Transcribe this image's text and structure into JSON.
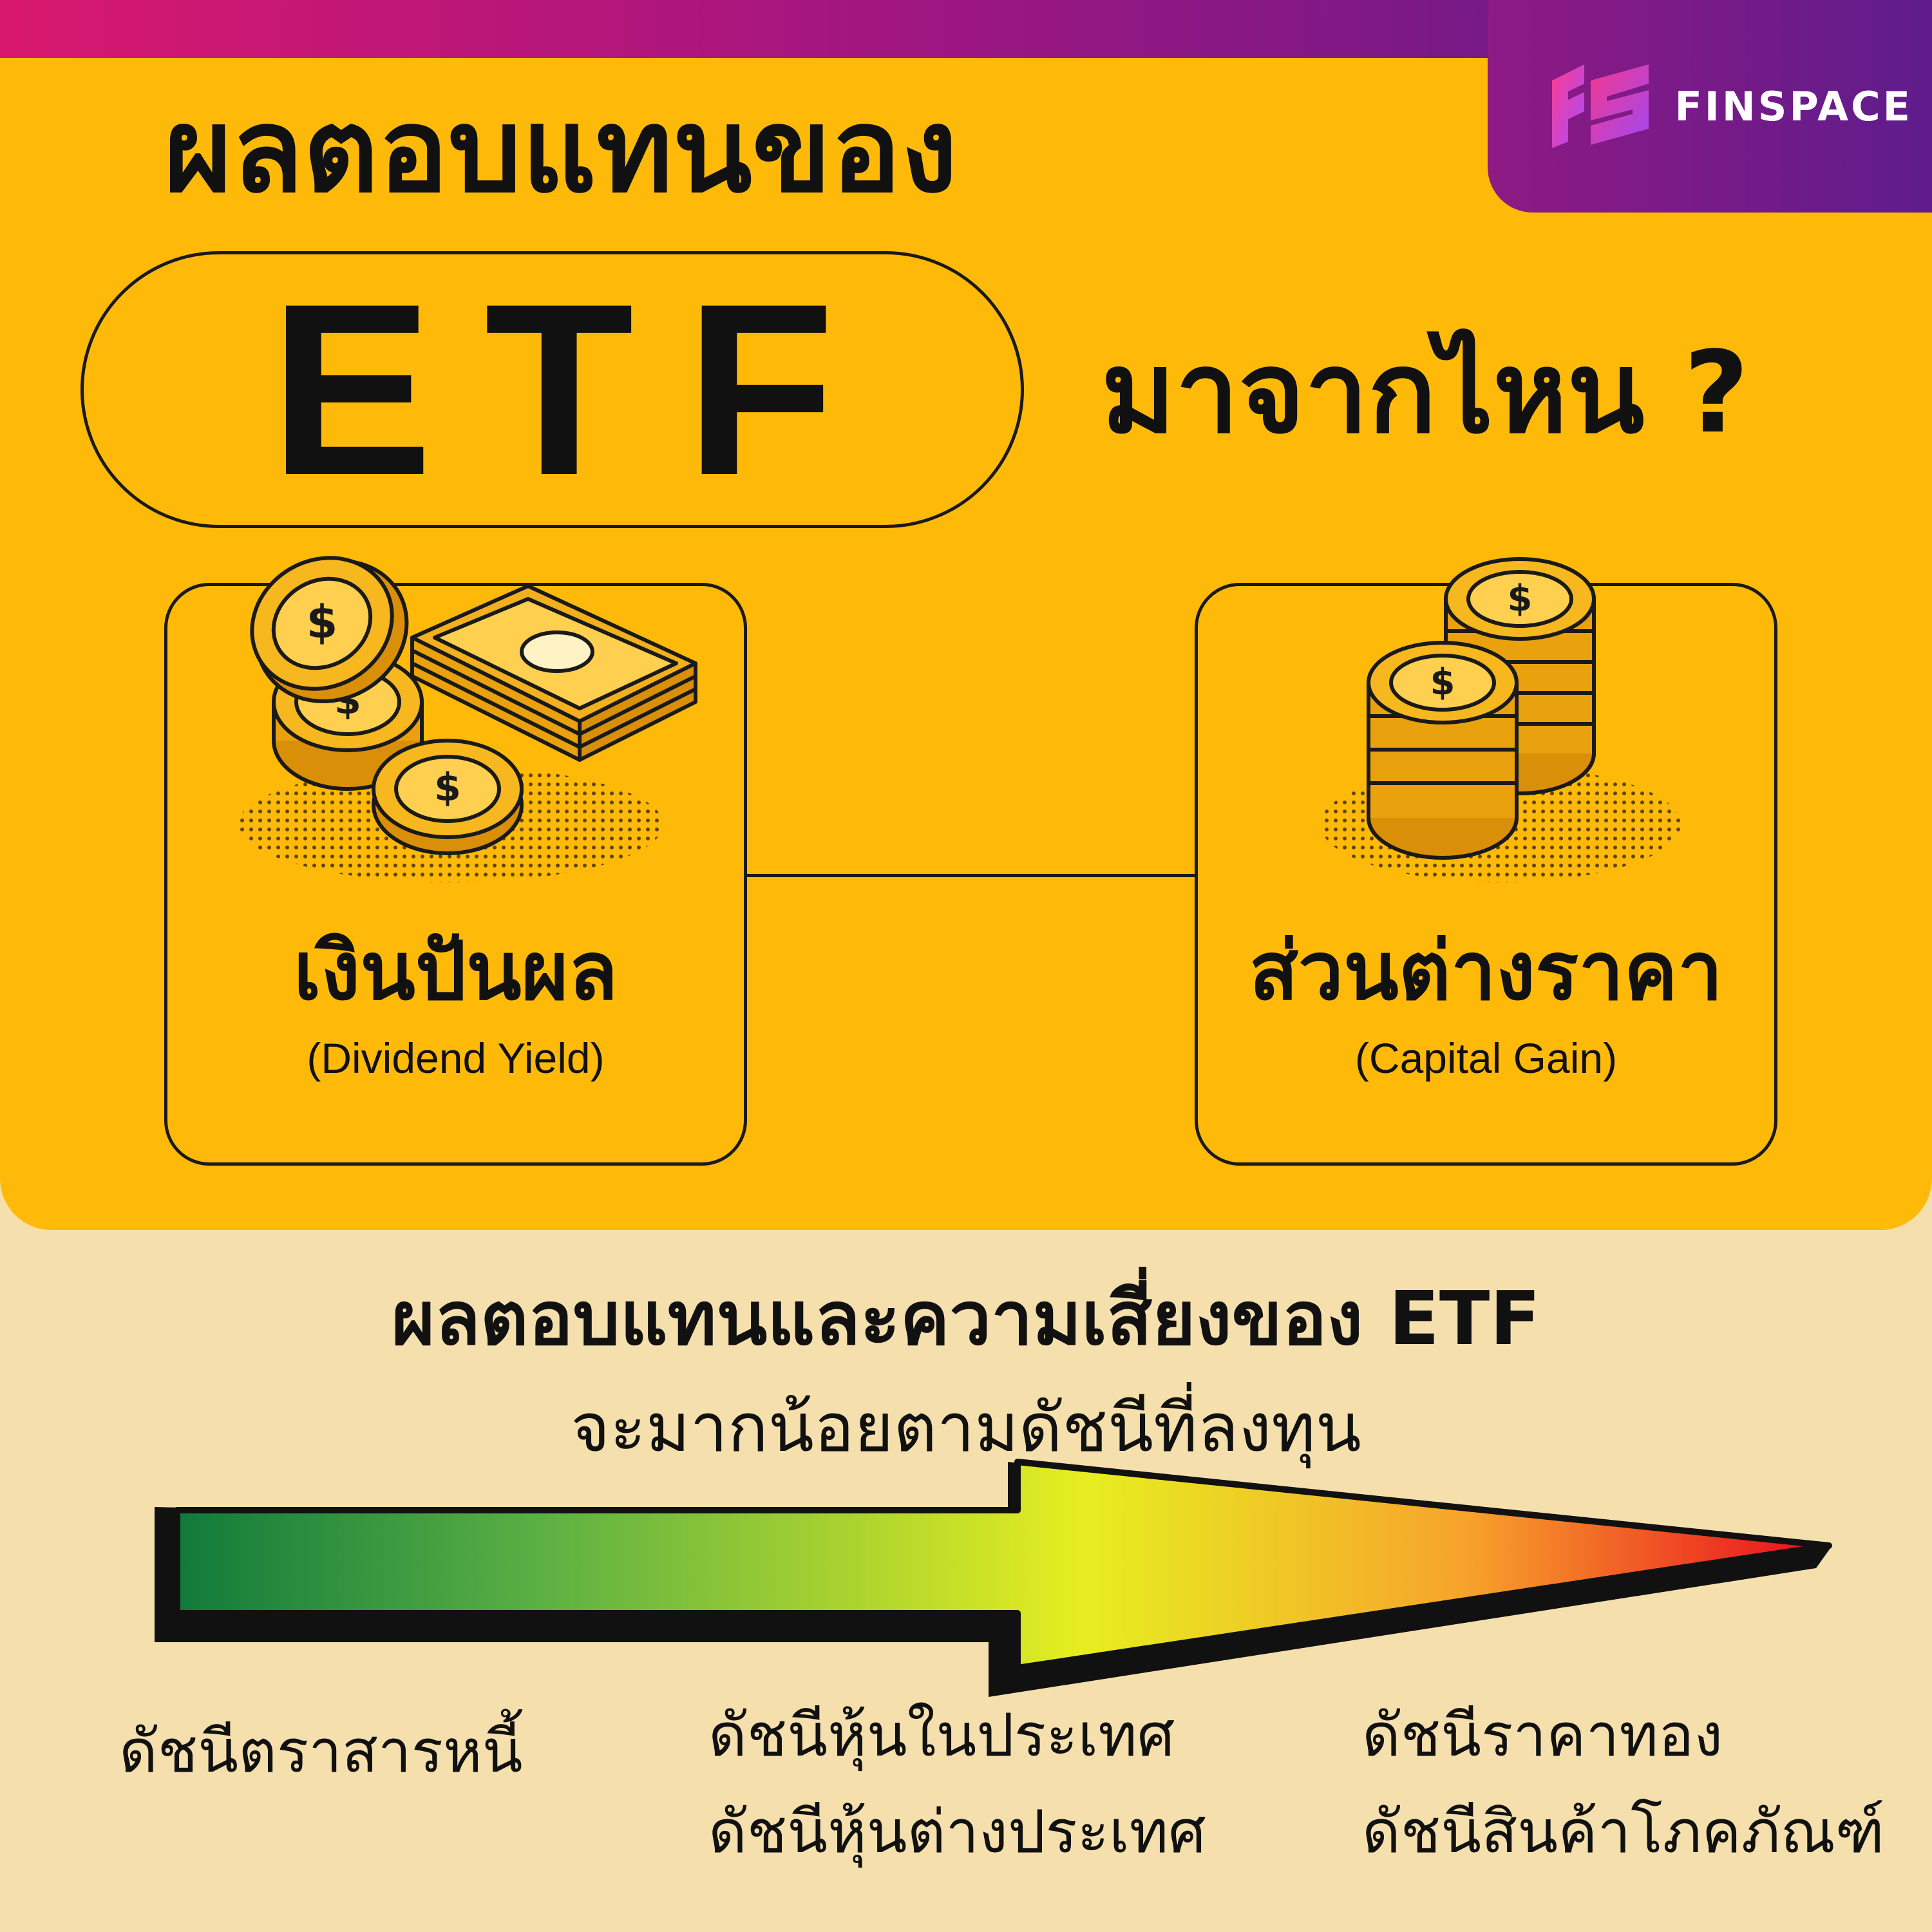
{
  "brand": {
    "name": "FINSPACE",
    "colors": {
      "strip_start": "#d8186e",
      "strip_end": "#571c8c",
      "panel": "#ffba09",
      "background": "#f5e0ad"
    }
  },
  "header": {
    "line1": "ผลตอบแทนของ",
    "etf": "ETF",
    "question": "มาจากไหน ?"
  },
  "cards": [
    {
      "title": "เงินปันผล",
      "subtitle": "(Dividend Yield)",
      "icon": "coins-and-banknotes-icon"
    },
    {
      "title": "ส่วนต่างราคา",
      "subtitle": "(Capital Gain)",
      "icon": "coin-stacks-icon"
    }
  ],
  "risk": {
    "heading": "ผลตอบแทนและความเสี่ยงของ ETF",
    "subheading": "จะมากน้อยตามดัชนีที่ลงทุน",
    "gradient": [
      "#107a3b",
      "#5bb043",
      "#e7ee20",
      "#f7a32b",
      "#e8091e"
    ],
    "low": [
      "ดัชนีตราสารหนี้"
    ],
    "mid": [
      "ดัชนีหุ้นในประเทศ",
      "ดัชนีหุ้นต่างประเทศ"
    ],
    "high": [
      "ดัชนีราคาทอง",
      "ดัชนีสินค้าโภคภัณฑ์"
    ]
  }
}
